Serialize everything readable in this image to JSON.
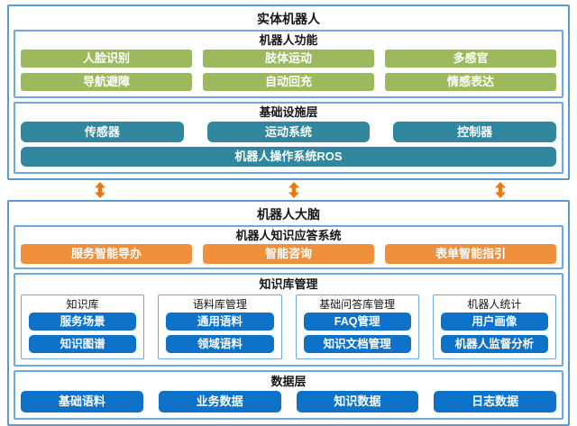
{
  "physical_robot": {
    "title": "实体机器人",
    "functions": {
      "title": "机器人功能",
      "buttons": [
        "人脸识别",
        "肢体运动",
        "多感官",
        "导航避障",
        "自动回充",
        "情感表达"
      ]
    },
    "infrastructure": {
      "title": "基础设施层",
      "buttons": [
        "传感器",
        "运动系统",
        "控制器"
      ],
      "full_button": "机器人操作系统ROS"
    }
  },
  "connector": {
    "icon": "up-down-arrow",
    "count": 3
  },
  "robot_brain": {
    "title": "机器人大脑",
    "qa_system": {
      "title": "机器人知识应答系统",
      "buttons": [
        "服务智能导办",
        "智能咨询",
        "表单智能指引"
      ]
    },
    "knowledge_mgmt": {
      "title": "知识库管理",
      "groups": [
        {
          "title": "知识库",
          "buttons": [
            "服务场景",
            "知识图谱"
          ]
        },
        {
          "title": "语料库管理",
          "buttons": [
            "通用语料",
            "领域语料"
          ]
        },
        {
          "title": "基础问答库管理",
          "buttons": [
            "FAQ管理",
            "知识文档管理"
          ]
        },
        {
          "title": "机器人统计",
          "buttons": [
            "用户画像",
            "机器人监督分析"
          ]
        }
      ]
    },
    "data_layer": {
      "title": "数据层",
      "buttons": [
        "基础语料",
        "业务数据",
        "知识数据",
        "日志数据"
      ]
    }
  },
  "colors": {
    "box_border": "#5b9bd5",
    "panel_border": "#6fa8dc",
    "green_node": "#9cba5d",
    "teal_node": "#31879e",
    "orange_node": "#f0903d",
    "blue_node": "#0e72c8",
    "arrow": "#e9780f",
    "title_text": "#151515",
    "node_text": "#ffffff"
  }
}
